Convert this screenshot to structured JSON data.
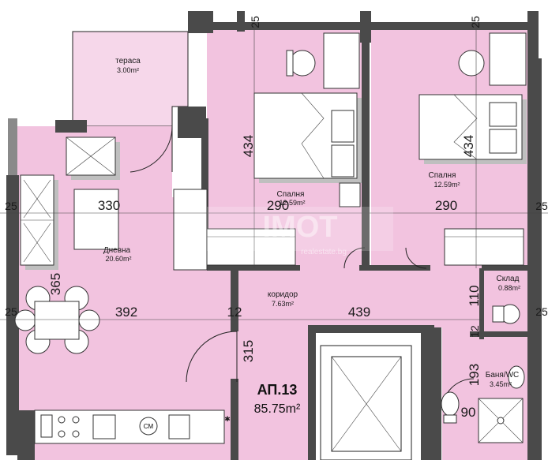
{
  "colors": {
    "room_fill": "#f2c3df",
    "terrace_fill": "#f6d7ea",
    "wall": "#4a4a4a",
    "outline": "#222222"
  },
  "apartment": {
    "label": "АП.13",
    "area": "85.75m²"
  },
  "rooms": {
    "terrace": {
      "name": "тераса",
      "area": "3.00m²"
    },
    "living": {
      "name": "Дневна",
      "area": "20.60m²"
    },
    "bedroom1": {
      "name": "Спалня",
      "area": "12.59m²"
    },
    "bedroom2": {
      "name": "Спалня",
      "area": "12.59m²"
    },
    "corridor": {
      "name": "коридор",
      "area": "7.63m²"
    },
    "storage": {
      "name": "Склад",
      "area": "0.88m²"
    },
    "bathroom": {
      "name": "Баня/WC",
      "area": "3.45m²"
    }
  },
  "dimensions": {
    "d_434_left": "434",
    "d_434_right": "434",
    "d_330": "330",
    "d_290_left": "290",
    "d_290_right": "290",
    "d_392": "392",
    "d_12_a": "12",
    "d_439": "439",
    "d_365": "365",
    "d_315": "315",
    "d_110": "110",
    "d_12_b": "12",
    "d_193": "193",
    "d_90": "90",
    "d_25_top_left": "25",
    "d_25_top_right": "25",
    "d_25_left": "25",
    "d_25_right": "25",
    "d_25_mid_right": "25",
    "d_25_bottom": "25"
  },
  "appliances": {
    "cooker_label": "CM"
  },
  "watermark": {
    "brand": "IMOT",
    "sub": "realestate.bg"
  }
}
